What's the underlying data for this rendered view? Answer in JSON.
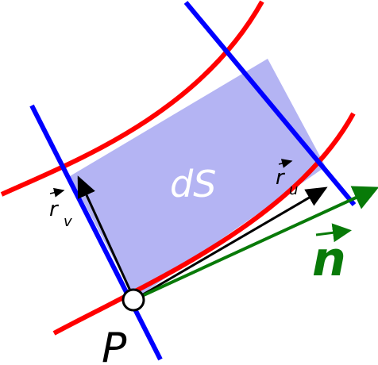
{
  "labels": {
    "area_element": "dS",
    "tangent_u": "r",
    "tangent_u_subscript": "u",
    "tangent_v": "r",
    "tangent_v_subscript": "v",
    "normal": "n",
    "point": "P"
  },
  "colors": {
    "u_curves": "#ff0000",
    "v_curves": "#0000ff",
    "area_fill": "#b0b0f2",
    "tangent_vectors": "#000000",
    "normal_vector": "#087a08",
    "area_label": "#ffffff",
    "background": "#ffffff"
  },
  "icons": {
    "vector_arrow": "overhead-arrow",
    "point_marker": "hollow-circle"
  }
}
